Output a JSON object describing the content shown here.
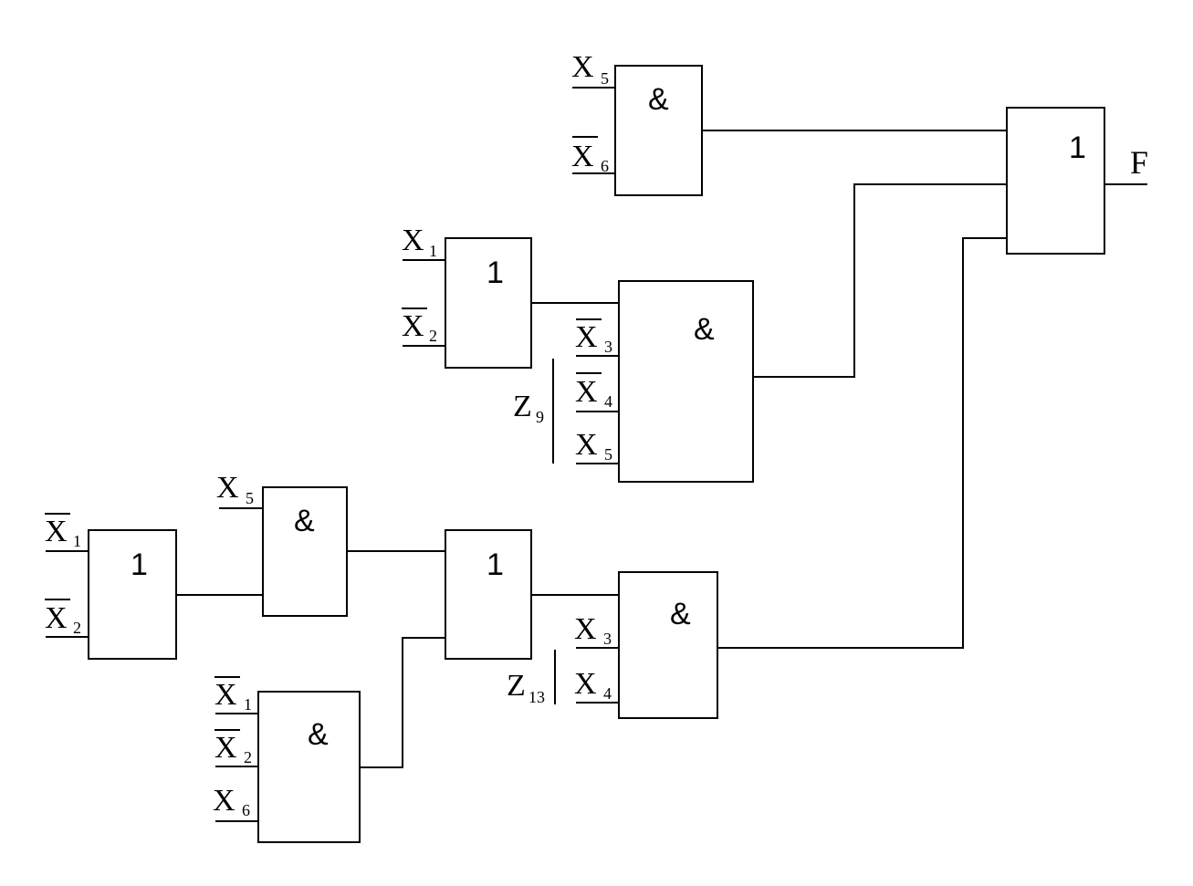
{
  "gates": {
    "and_x5_x6": {
      "symbol": "&"
    },
    "or_output": {
      "symbol": "1"
    },
    "or_x1_x2": {
      "symbol": "1"
    },
    "and_z9": {
      "symbol": "&"
    },
    "or_nx1_nx2": {
      "symbol": "1"
    },
    "and_x5_mid": {
      "symbol": "&"
    },
    "or_mid": {
      "symbol": "1"
    },
    "and_z13": {
      "symbol": "&"
    },
    "and_bottom": {
      "symbol": "&"
    }
  },
  "inputs": {
    "top_x5": {
      "letter": "X",
      "index": "5",
      "inverted": false
    },
    "top_nx6": {
      "letter": "X",
      "index": "6",
      "inverted": true
    },
    "mid_x1": {
      "letter": "X",
      "index": "1",
      "inverted": false
    },
    "mid_nx2": {
      "letter": "X",
      "index": "2",
      "inverted": true
    },
    "z9_nx3": {
      "letter": "X",
      "index": "3",
      "inverted": true
    },
    "z9_nx4": {
      "letter": "X",
      "index": "4",
      "inverted": true
    },
    "z9_x5": {
      "letter": "X",
      "index": "5",
      "inverted": false
    },
    "left_nx1": {
      "letter": "X",
      "index": "1",
      "inverted": true
    },
    "left_nx2": {
      "letter": "X",
      "index": "2",
      "inverted": true
    },
    "and_x5": {
      "letter": "X",
      "index": "5",
      "inverted": false
    },
    "bot_nx1": {
      "letter": "X",
      "index": "1",
      "inverted": true
    },
    "bot_nx2": {
      "letter": "X",
      "index": "2",
      "inverted": true
    },
    "bot_x6": {
      "letter": "X",
      "index": "6",
      "inverted": false
    },
    "z13_x3": {
      "letter": "X",
      "index": "3",
      "inverted": false
    },
    "z13_x4": {
      "letter": "X",
      "index": "4",
      "inverted": false
    }
  },
  "groups": {
    "z9": {
      "letter": "Z",
      "index": "9"
    },
    "z13": {
      "letter": "Z",
      "index": "13"
    }
  },
  "output": {
    "label": "F"
  }
}
